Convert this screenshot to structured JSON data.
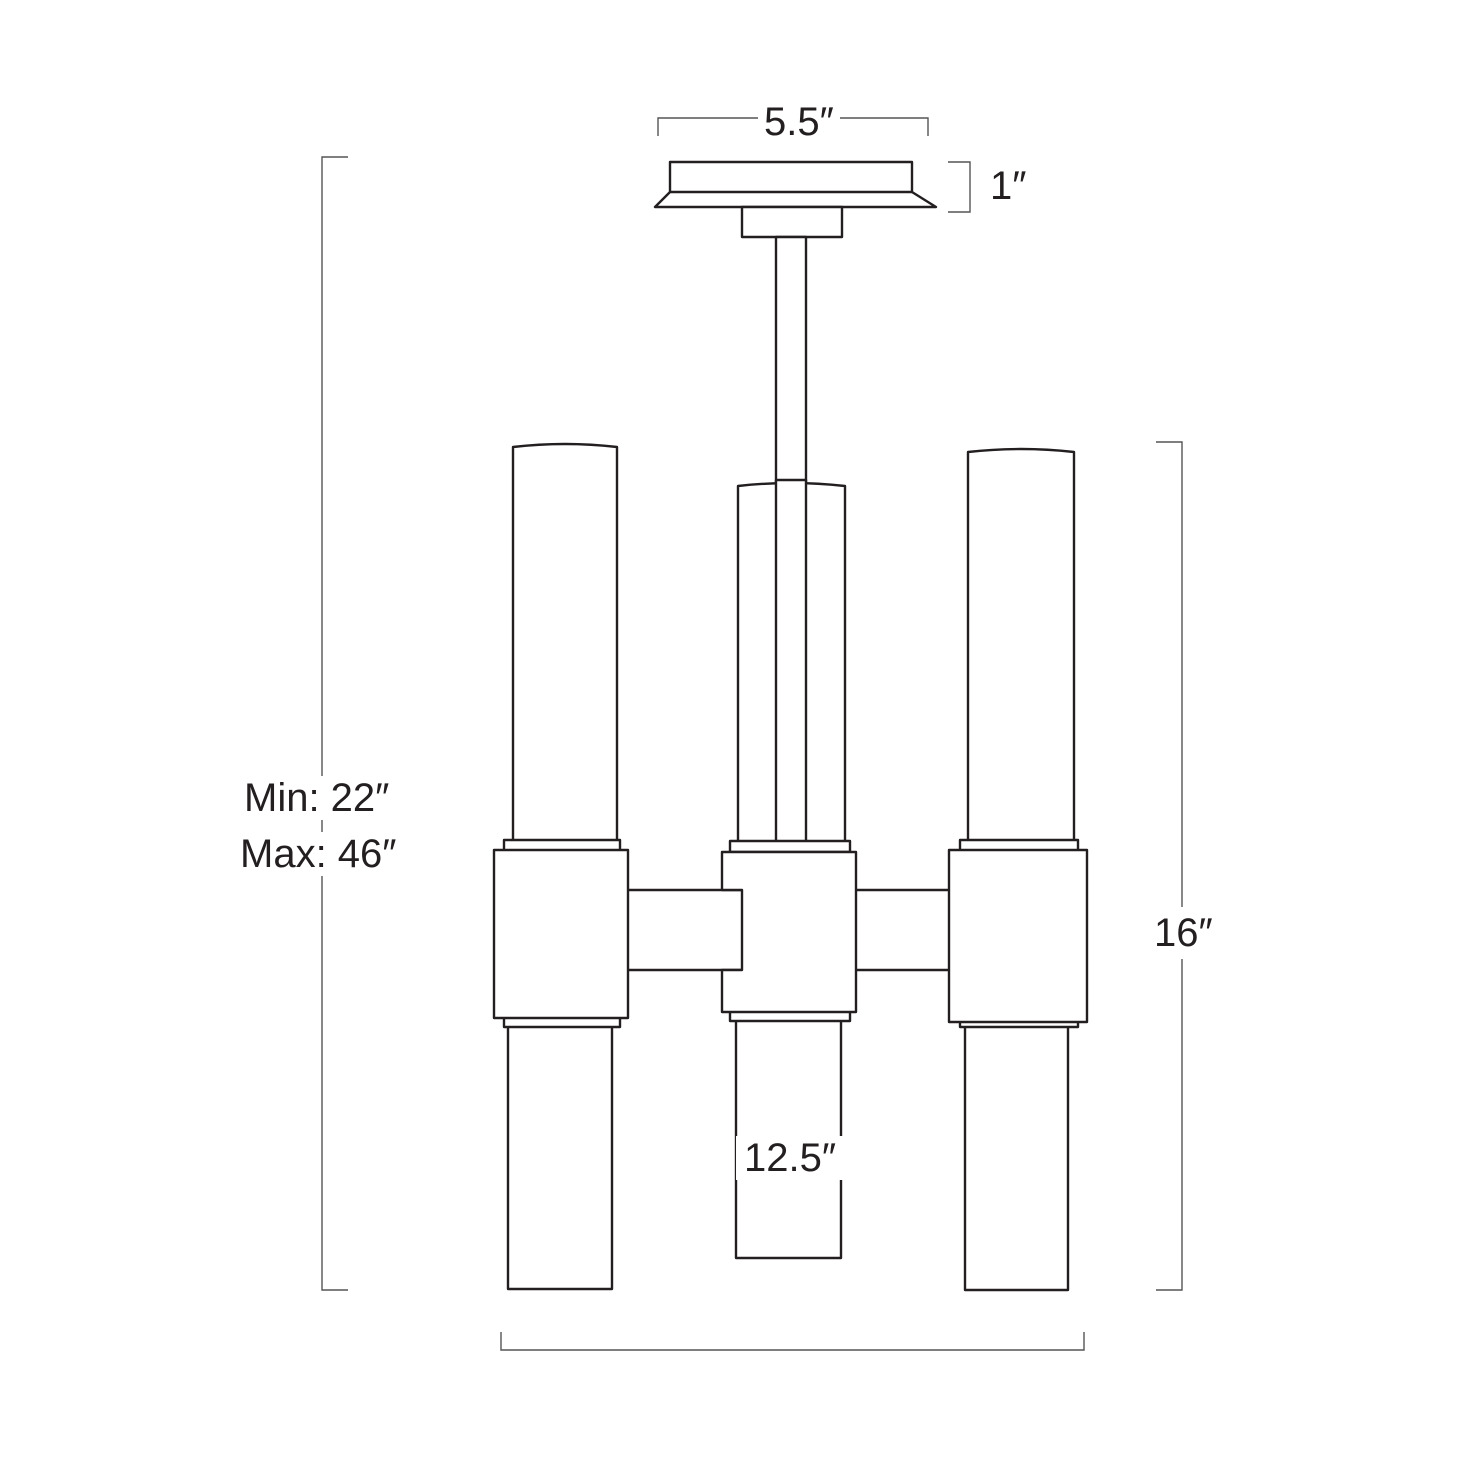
{
  "colors": {
    "line": "#231f20",
    "dimension_line": "#555555",
    "background": "#ffffff"
  },
  "dimensions": {
    "canopy_width": "5.5″",
    "canopy_height": "1″",
    "overall_height_min": "Min: 22″",
    "overall_height_max": "Max: 46″",
    "body_height": "16″",
    "overall_width": "12.5″"
  }
}
